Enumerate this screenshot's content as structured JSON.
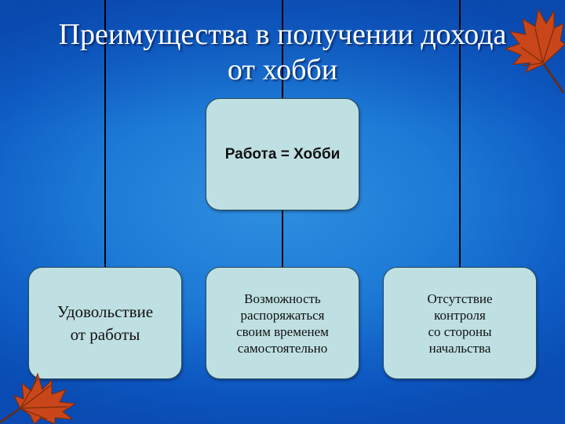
{
  "slide": {
    "title_line1": "Преимущества в получении дохода",
    "title_line2": "от хобби"
  },
  "diagram": {
    "top_node": "Работа = Хобби",
    "left_node": [
      "Удовольствие",
      "от работы"
    ],
    "middle_node": [
      "Возможность",
      "распоряжаться",
      "своим временем",
      "самостоятельно"
    ],
    "right_node": [
      "Отсутствие",
      "контроля",
      "со стороны",
      "начальства"
    ]
  },
  "colors": {
    "background": "#1d7ad6",
    "node_fill": "#bfe0e2",
    "connector": "#000000",
    "leaf": "#c8461a"
  },
  "decorations": [
    "autumn-leaf-icon",
    "autumn-leaf-icon"
  ]
}
